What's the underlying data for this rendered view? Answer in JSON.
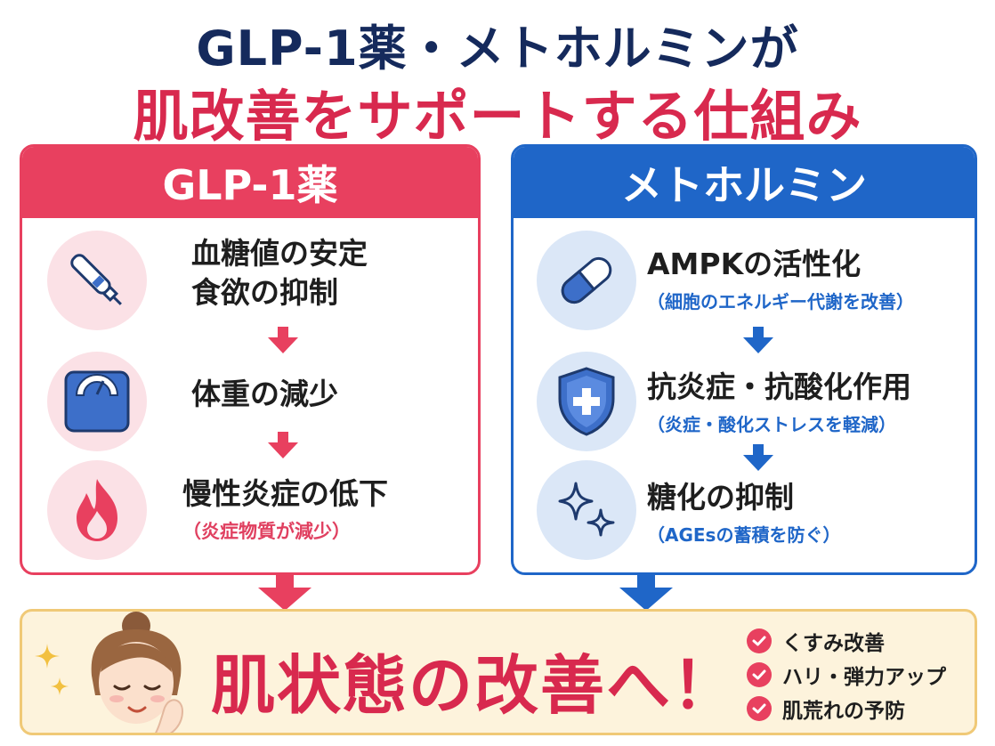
{
  "title": {
    "line1": "GLP-1薬・メトホルミンが",
    "line2": "肌改善をサポートする仕組み"
  },
  "left_panel": {
    "header": "GLP-1薬",
    "items": [
      {
        "icon": "injection-pen-icon",
        "line1": "血糖値の安定",
        "line2": "食欲の抑制"
      },
      {
        "icon": "weight-scale-icon",
        "line1": "体重の減少"
      },
      {
        "icon": "flame-icon",
        "line1": "慢性炎症の低下",
        "sub": "（炎症物質が減少）"
      }
    ]
  },
  "right_panel": {
    "header": "メトホルミン",
    "items": [
      {
        "icon": "capsule-icon",
        "line1": "AMPKの活性化",
        "sub": "（細胞のエネルギー代謝を改善）"
      },
      {
        "icon": "shield-plus-icon",
        "line1": "抗炎症・抗酸化作用",
        "sub": "（炎症・酸化ストレスを軽減）"
      },
      {
        "icon": "sparkle-icon",
        "line1": "糖化の抑制",
        "sub": "（AGEsの蓄積を防ぐ）"
      }
    ]
  },
  "result": {
    "title": "肌状態の改善へ！",
    "checks": [
      "くすみ改善",
      "ハリ・弾力アップ",
      "肌荒れの予防"
    ]
  },
  "colors": {
    "navy": "#152a5c",
    "red": "#d8294e",
    "pink": "#e8405f",
    "blue": "#1f66c8",
    "cream": "#fdf3dc"
  }
}
